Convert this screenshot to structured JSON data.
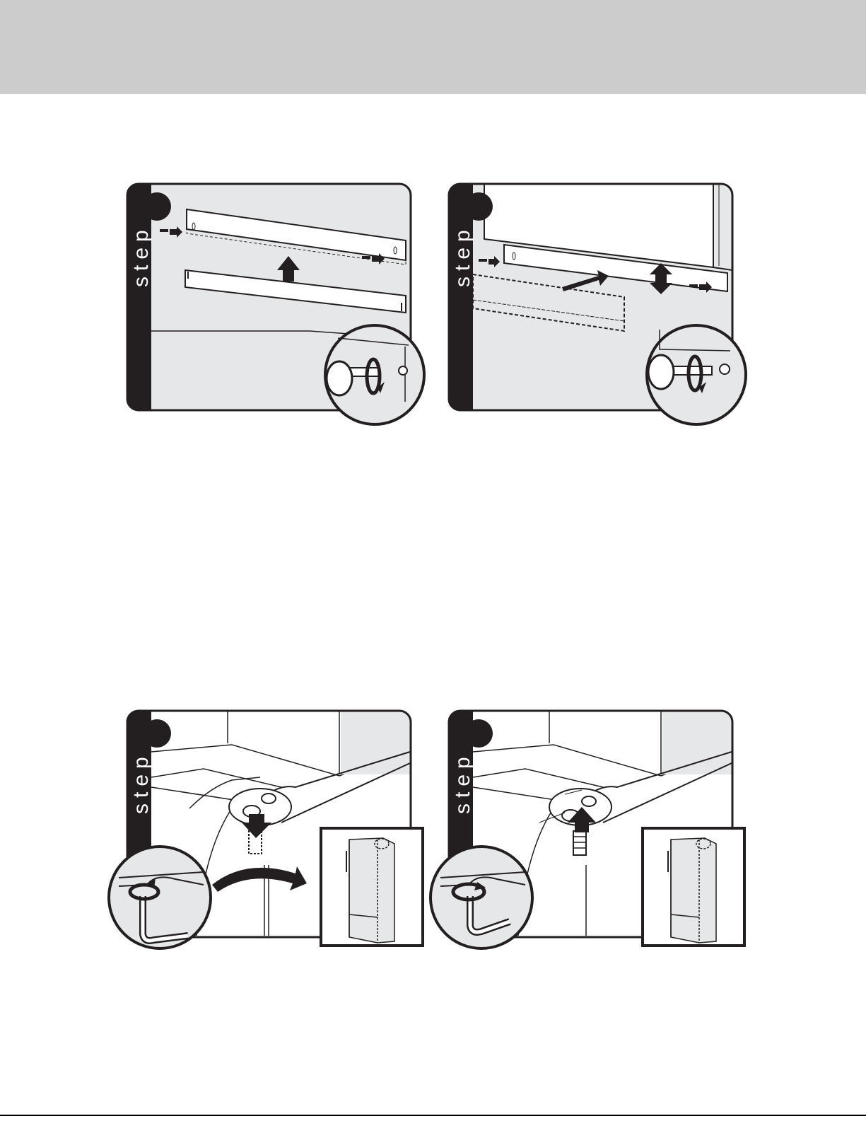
{
  "page": {
    "header_color": "#cccccc",
    "panel_bg_color": "#e6e7e8",
    "strip_color": "#231f20"
  },
  "steps": [
    {
      "label": "step",
      "icons": [
        "screw-icon",
        "arrow-up-icon",
        "screwdriver-icon"
      ]
    },
    {
      "label": "step",
      "icons": [
        "screw-icon",
        "arrow-double-vertical-icon",
        "screwdriver-icon"
      ]
    },
    {
      "label": "step",
      "icons": [
        "bolt-icon",
        "arrow-down-icon",
        "curved-arrow-icon",
        "hex-key-icon",
        "refrigerator-icon"
      ]
    },
    {
      "label": "step",
      "icons": [
        "bolt-icon",
        "arrow-up-icon",
        "hex-key-icon",
        "refrigerator-icon"
      ]
    }
  ]
}
